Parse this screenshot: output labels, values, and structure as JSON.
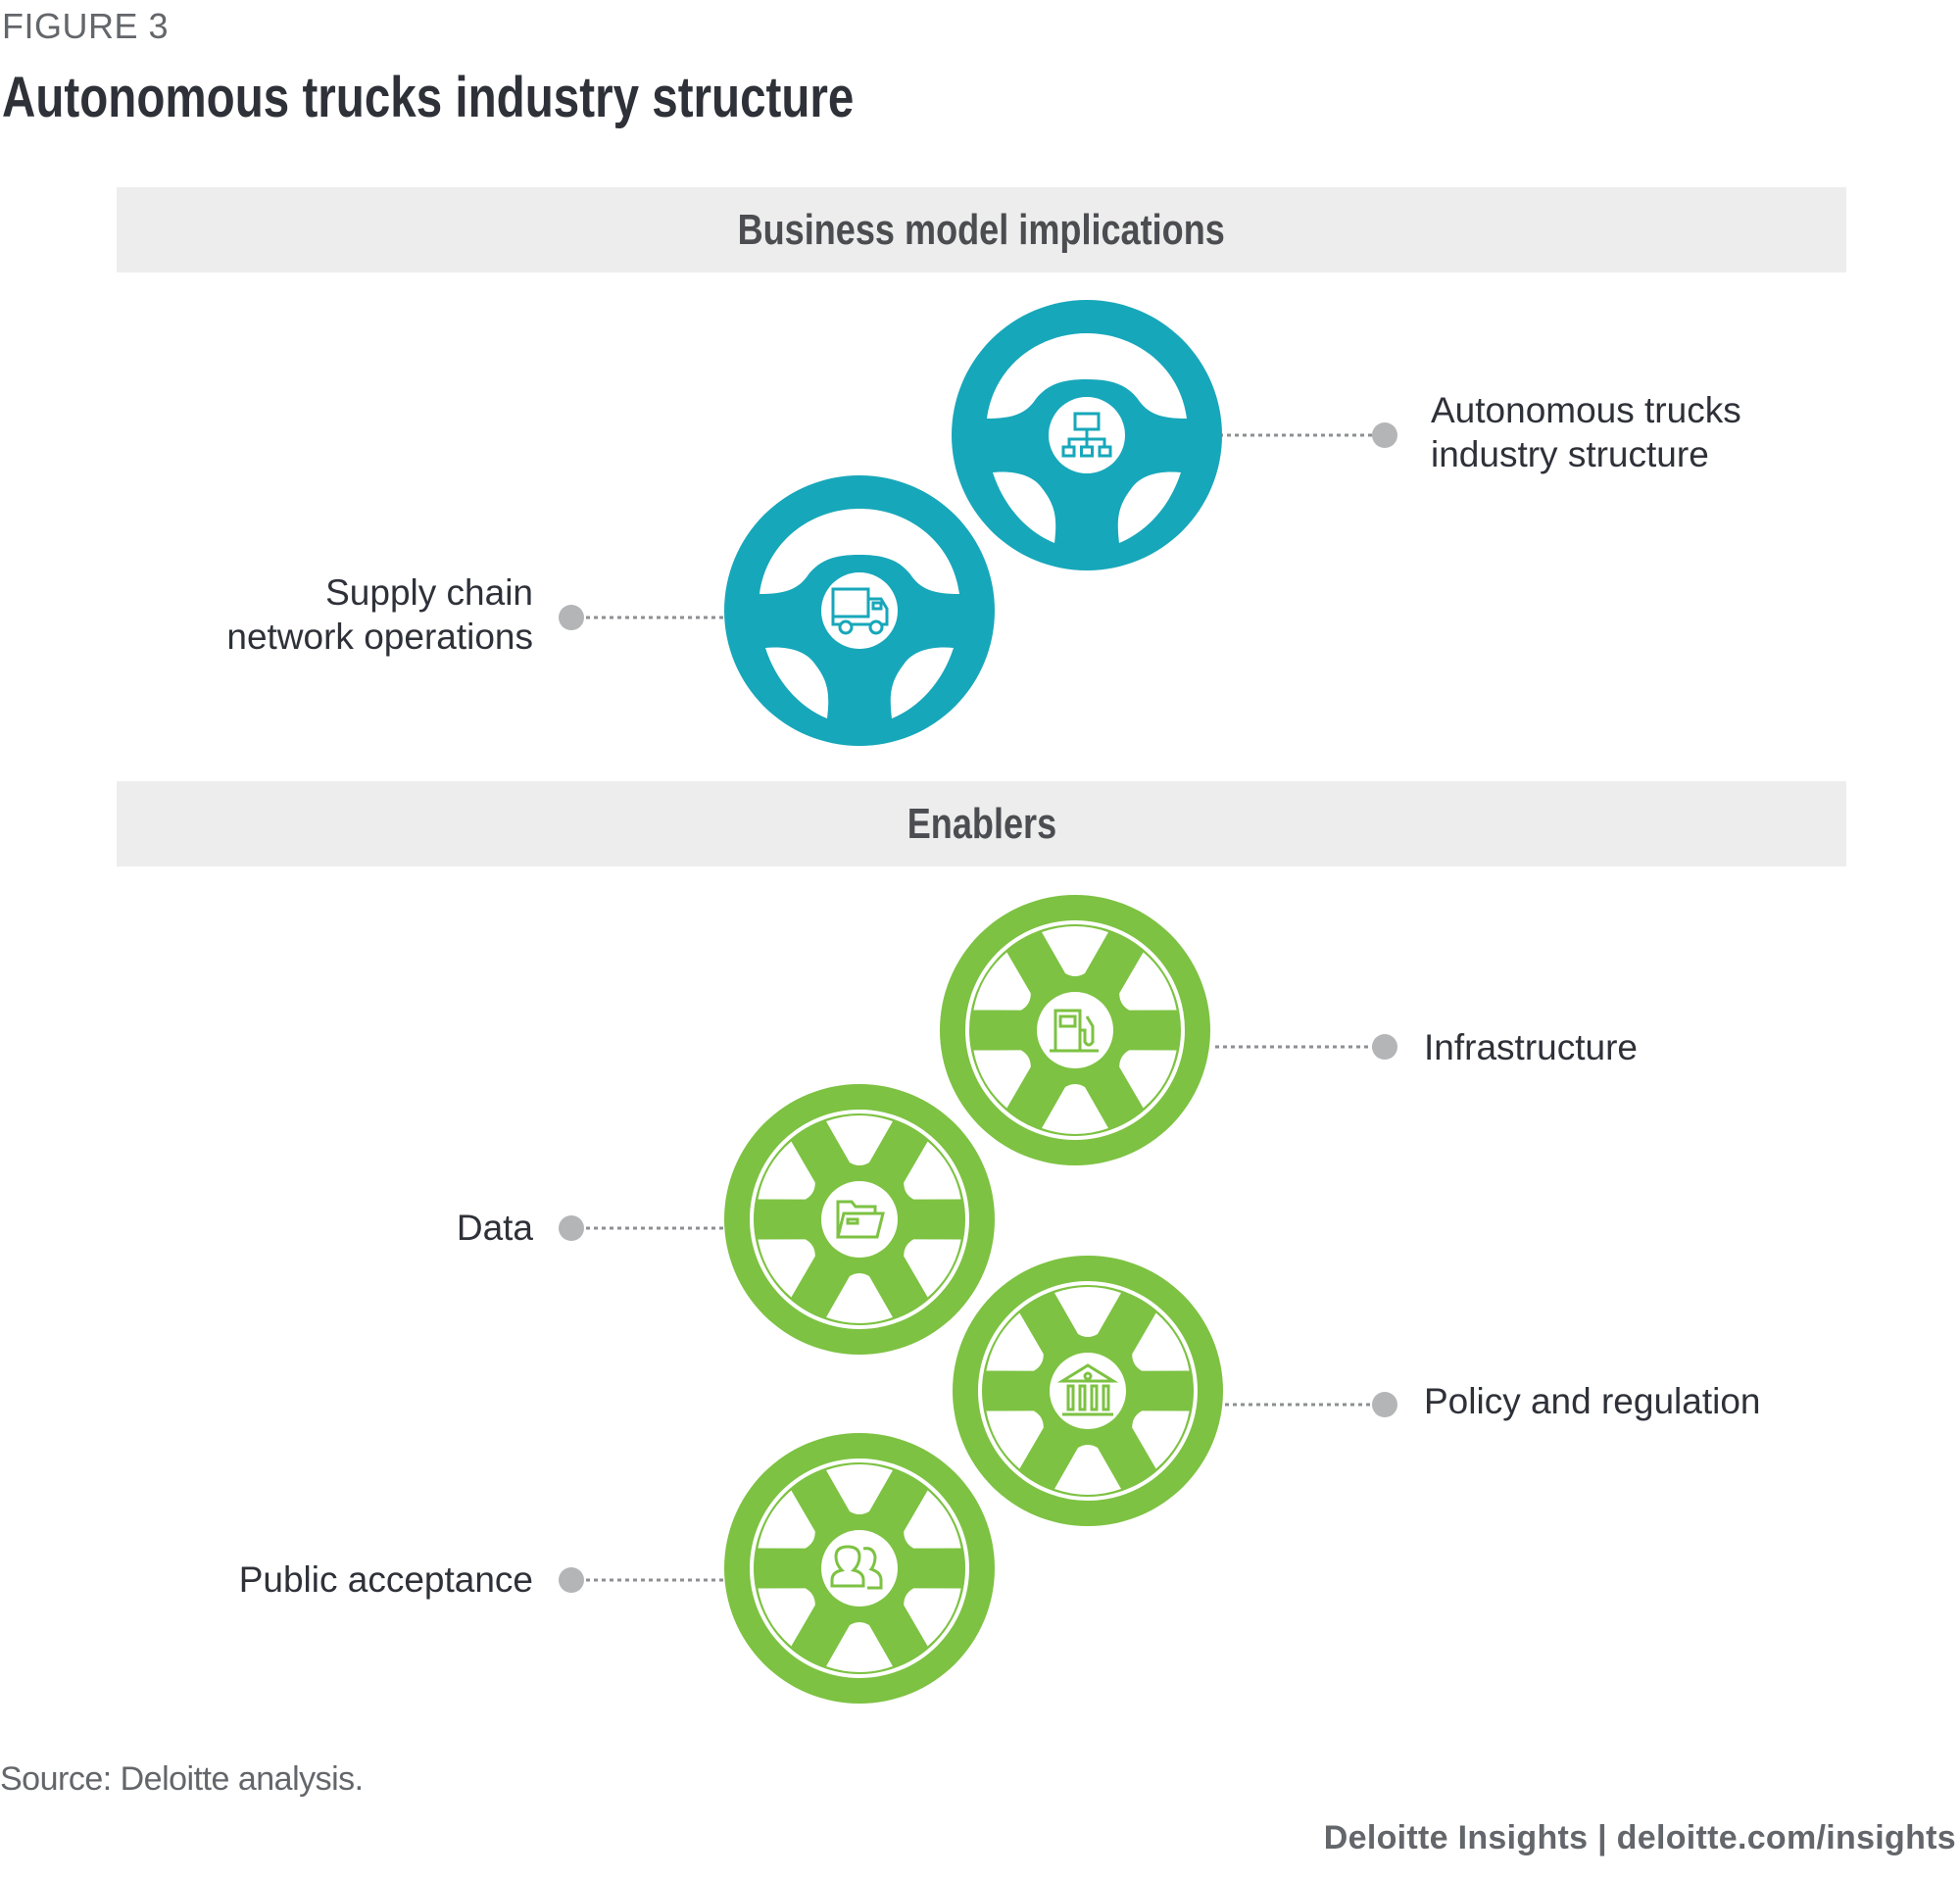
{
  "figure_label": "FIGURE 3",
  "title": "Autonomous trucks industry structure",
  "colors": {
    "teal": "#17a7ba",
    "green": "#7dc242",
    "connector_grey": "#b3b5b7",
    "band_bg": "#ededed",
    "text_dark": "#2e3138",
    "text_grey": "#63666a"
  },
  "sections": [
    {
      "heading": "Business model implications",
      "items": [
        {
          "label_lines": [
            "Autonomous trucks",
            "industry structure"
          ],
          "icon": "org-chart-icon",
          "wheel": "steering-wheel",
          "side": "right"
        },
        {
          "label_lines": [
            "Supply chain",
            "network operations"
          ],
          "icon": "truck-icon",
          "wheel": "steering-wheel",
          "side": "left"
        }
      ]
    },
    {
      "heading": "Enablers",
      "items": [
        {
          "label_lines": [
            "Infrastructure"
          ],
          "icon": "fuel-pump-icon",
          "wheel": "rim-wheel",
          "side": "right"
        },
        {
          "label_lines": [
            "Data"
          ],
          "icon": "folder-icon",
          "wheel": "rim-wheel",
          "side": "left"
        },
        {
          "label_lines": [
            "Policy and regulation"
          ],
          "icon": "government-building-icon",
          "wheel": "rim-wheel",
          "side": "right"
        },
        {
          "label_lines": [
            "Public acceptance"
          ],
          "icon": "people-icon",
          "wheel": "rim-wheel",
          "side": "left"
        }
      ]
    }
  ],
  "source": "Source:  Deloitte analysis.",
  "footer": "Deloitte Insights | deloitte.com/insights"
}
